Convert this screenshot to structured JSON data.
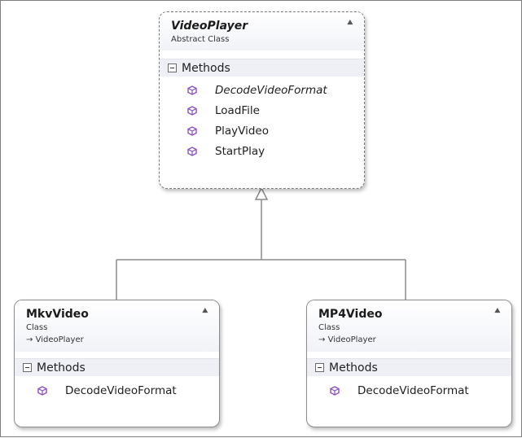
{
  "diagram": {
    "parent": {
      "name": "VideoPlayer",
      "stereotype": "Abstract Class",
      "section_label": "Methods",
      "methods": [
        {
          "label": "DecodeVideoFormat",
          "italic": true
        },
        {
          "label": "LoadFile",
          "italic": false
        },
        {
          "label": "PlayVideo",
          "italic": false
        },
        {
          "label": "StartPlay",
          "italic": false
        }
      ]
    },
    "children": [
      {
        "name": "MkvVideo",
        "stereotype": "Class",
        "inherits": "VideoPlayer",
        "section_label": "Methods",
        "methods": [
          {
            "label": "DecodeVideoFormat"
          }
        ]
      },
      {
        "name": "MP4Video",
        "stereotype": "Class",
        "inherits": "VideoPlayer",
        "section_label": "Methods",
        "methods": [
          {
            "label": "DecodeVideoFormat"
          }
        ]
      }
    ],
    "icons": {
      "collapse": "double-chevron-up-icon",
      "method": "method-cube-icon",
      "section_toggle": "minus-box-icon",
      "inherit_arrow": "inherit-arrow-icon"
    },
    "colors": {
      "method_icon": "#8a4fc4",
      "border": "#8c8c8c",
      "header_bg": "#eef0f6"
    }
  }
}
